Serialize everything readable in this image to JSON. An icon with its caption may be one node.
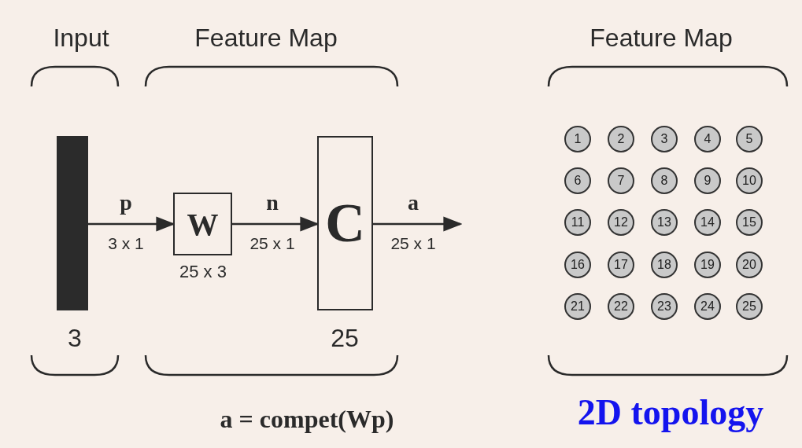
{
  "diagram": {
    "nodes": [
      {
        "text": [],
        "shape": "bar",
        "beside": [
          "3"
        ]
      },
      {
        "text": [
          "W"
        ],
        "beside": [
          "25 x 3"
        ]
      },
      {
        "text": [
          "C"
        ],
        "beside": [
          "25"
        ]
      },
      {
        "text": [
          "1"
        ]
      },
      {
        "text": [
          "2"
        ]
      },
      {
        "text": [
          "3"
        ]
      },
      {
        "text": [
          "4"
        ]
      },
      {
        "text": [
          "5"
        ]
      },
      {
        "text": [
          "6"
        ]
      },
      {
        "text": [
          "7"
        ]
      },
      {
        "text": [
          "8"
        ]
      },
      {
        "text": [
          "9"
        ]
      },
      {
        "text": [
          "10"
        ]
      },
      {
        "text": [
          "11"
        ]
      },
      {
        "text": [
          "12"
        ]
      },
      {
        "text": [
          "13"
        ]
      },
      {
        "text": [
          "14"
        ]
      },
      {
        "text": [
          "15"
        ]
      },
      {
        "text": [
          "16"
        ]
      },
      {
        "text": [
          "17"
        ]
      },
      {
        "text": [
          "18"
        ]
      },
      {
        "text": [
          "19"
        ]
      },
      {
        "text": [
          "20"
        ]
      },
      {
        "text": [
          "21"
        ]
      },
      {
        "text": [
          "22"
        ]
      },
      {
        "text": [
          "23"
        ]
      },
      {
        "text": [
          "24"
        ]
      },
      {
        "text": [
          "25"
        ]
      }
    ],
    "edges": [
      {
        "from": 0,
        "to": 1,
        "arrow": "to",
        "label": "p"
      },
      {
        "from": 1,
        "to": 2,
        "arrow": "to",
        "label": "n"
      },
      {
        "from": 2,
        "to": null,
        "arrow": "to",
        "label": "a"
      }
    ],
    "labels": [
      "Input",
      "Feature Map",
      "Feature Map",
      "3 x 1",
      "25 x 1",
      "25 x 1",
      "a = compet(Wp)",
      "2D topology"
    ]
  }
}
